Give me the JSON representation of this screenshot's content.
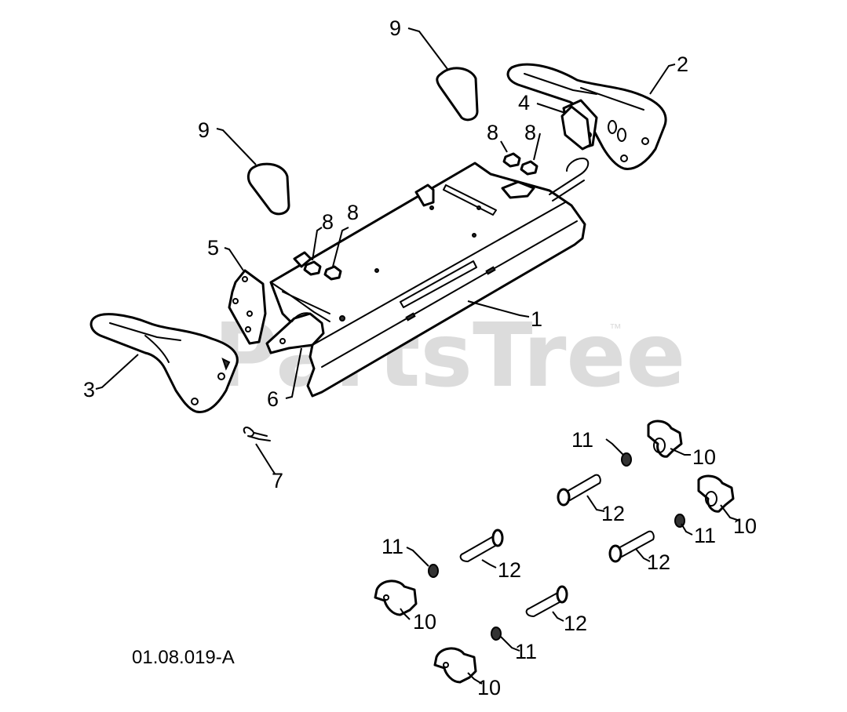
{
  "watermark": {
    "text": "PartsTree",
    "trademark": "™"
  },
  "document_id": "01.08.019-A",
  "callouts": {
    "c1": "1",
    "c2": "2",
    "c3": "3",
    "c4": "4",
    "c5": "5",
    "c6": "6",
    "c7": "7",
    "c8a": "8",
    "c8b": "8",
    "c8c": "8",
    "c8d": "8",
    "c9a": "9",
    "c9b": "9",
    "c10a": "10",
    "c10b": "10",
    "c10c": "10",
    "c10d": "10",
    "c11a": "11",
    "c11b": "11",
    "c11c": "11",
    "c11d": "11",
    "c12a": "12",
    "c12b": "12",
    "c12c": "12",
    "c12d": "12"
  },
  "colors": {
    "line": "#000000",
    "background": "#ffffff",
    "watermark": "#dcdcdc"
  }
}
